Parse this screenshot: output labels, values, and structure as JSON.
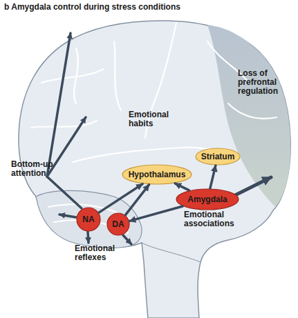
{
  "diagram": {
    "title": "b Amygdala control during stress conditions",
    "nodes": [
      {
        "text": [
          "Striatum"
        ]
      },
      {
        "text": [
          "Hypothalamus"
        ]
      },
      {
        "text": [
          "Amygdala"
        ]
      },
      {
        "text": [
          "NA"
        ]
      },
      {
        "text": [
          "DA"
        ]
      }
    ],
    "edges": [
      {
        "from": 2,
        "to": 0,
        "arrow": "to"
      },
      {
        "from": 2,
        "to": 1,
        "arrow": "to"
      },
      {
        "from": 2,
        "to": 4,
        "arrow": "to"
      },
      {
        "from": 3,
        "to": 1,
        "arrow": "to"
      },
      {
        "from": 4,
        "to": 1,
        "arrow": "to"
      }
    ],
    "labels": [
      "Loss of prefrontal regulation",
      "Emotional habits",
      "Bottom-up attention",
      "Emotional associations",
      "Emotional reflexes"
    ]
  }
}
